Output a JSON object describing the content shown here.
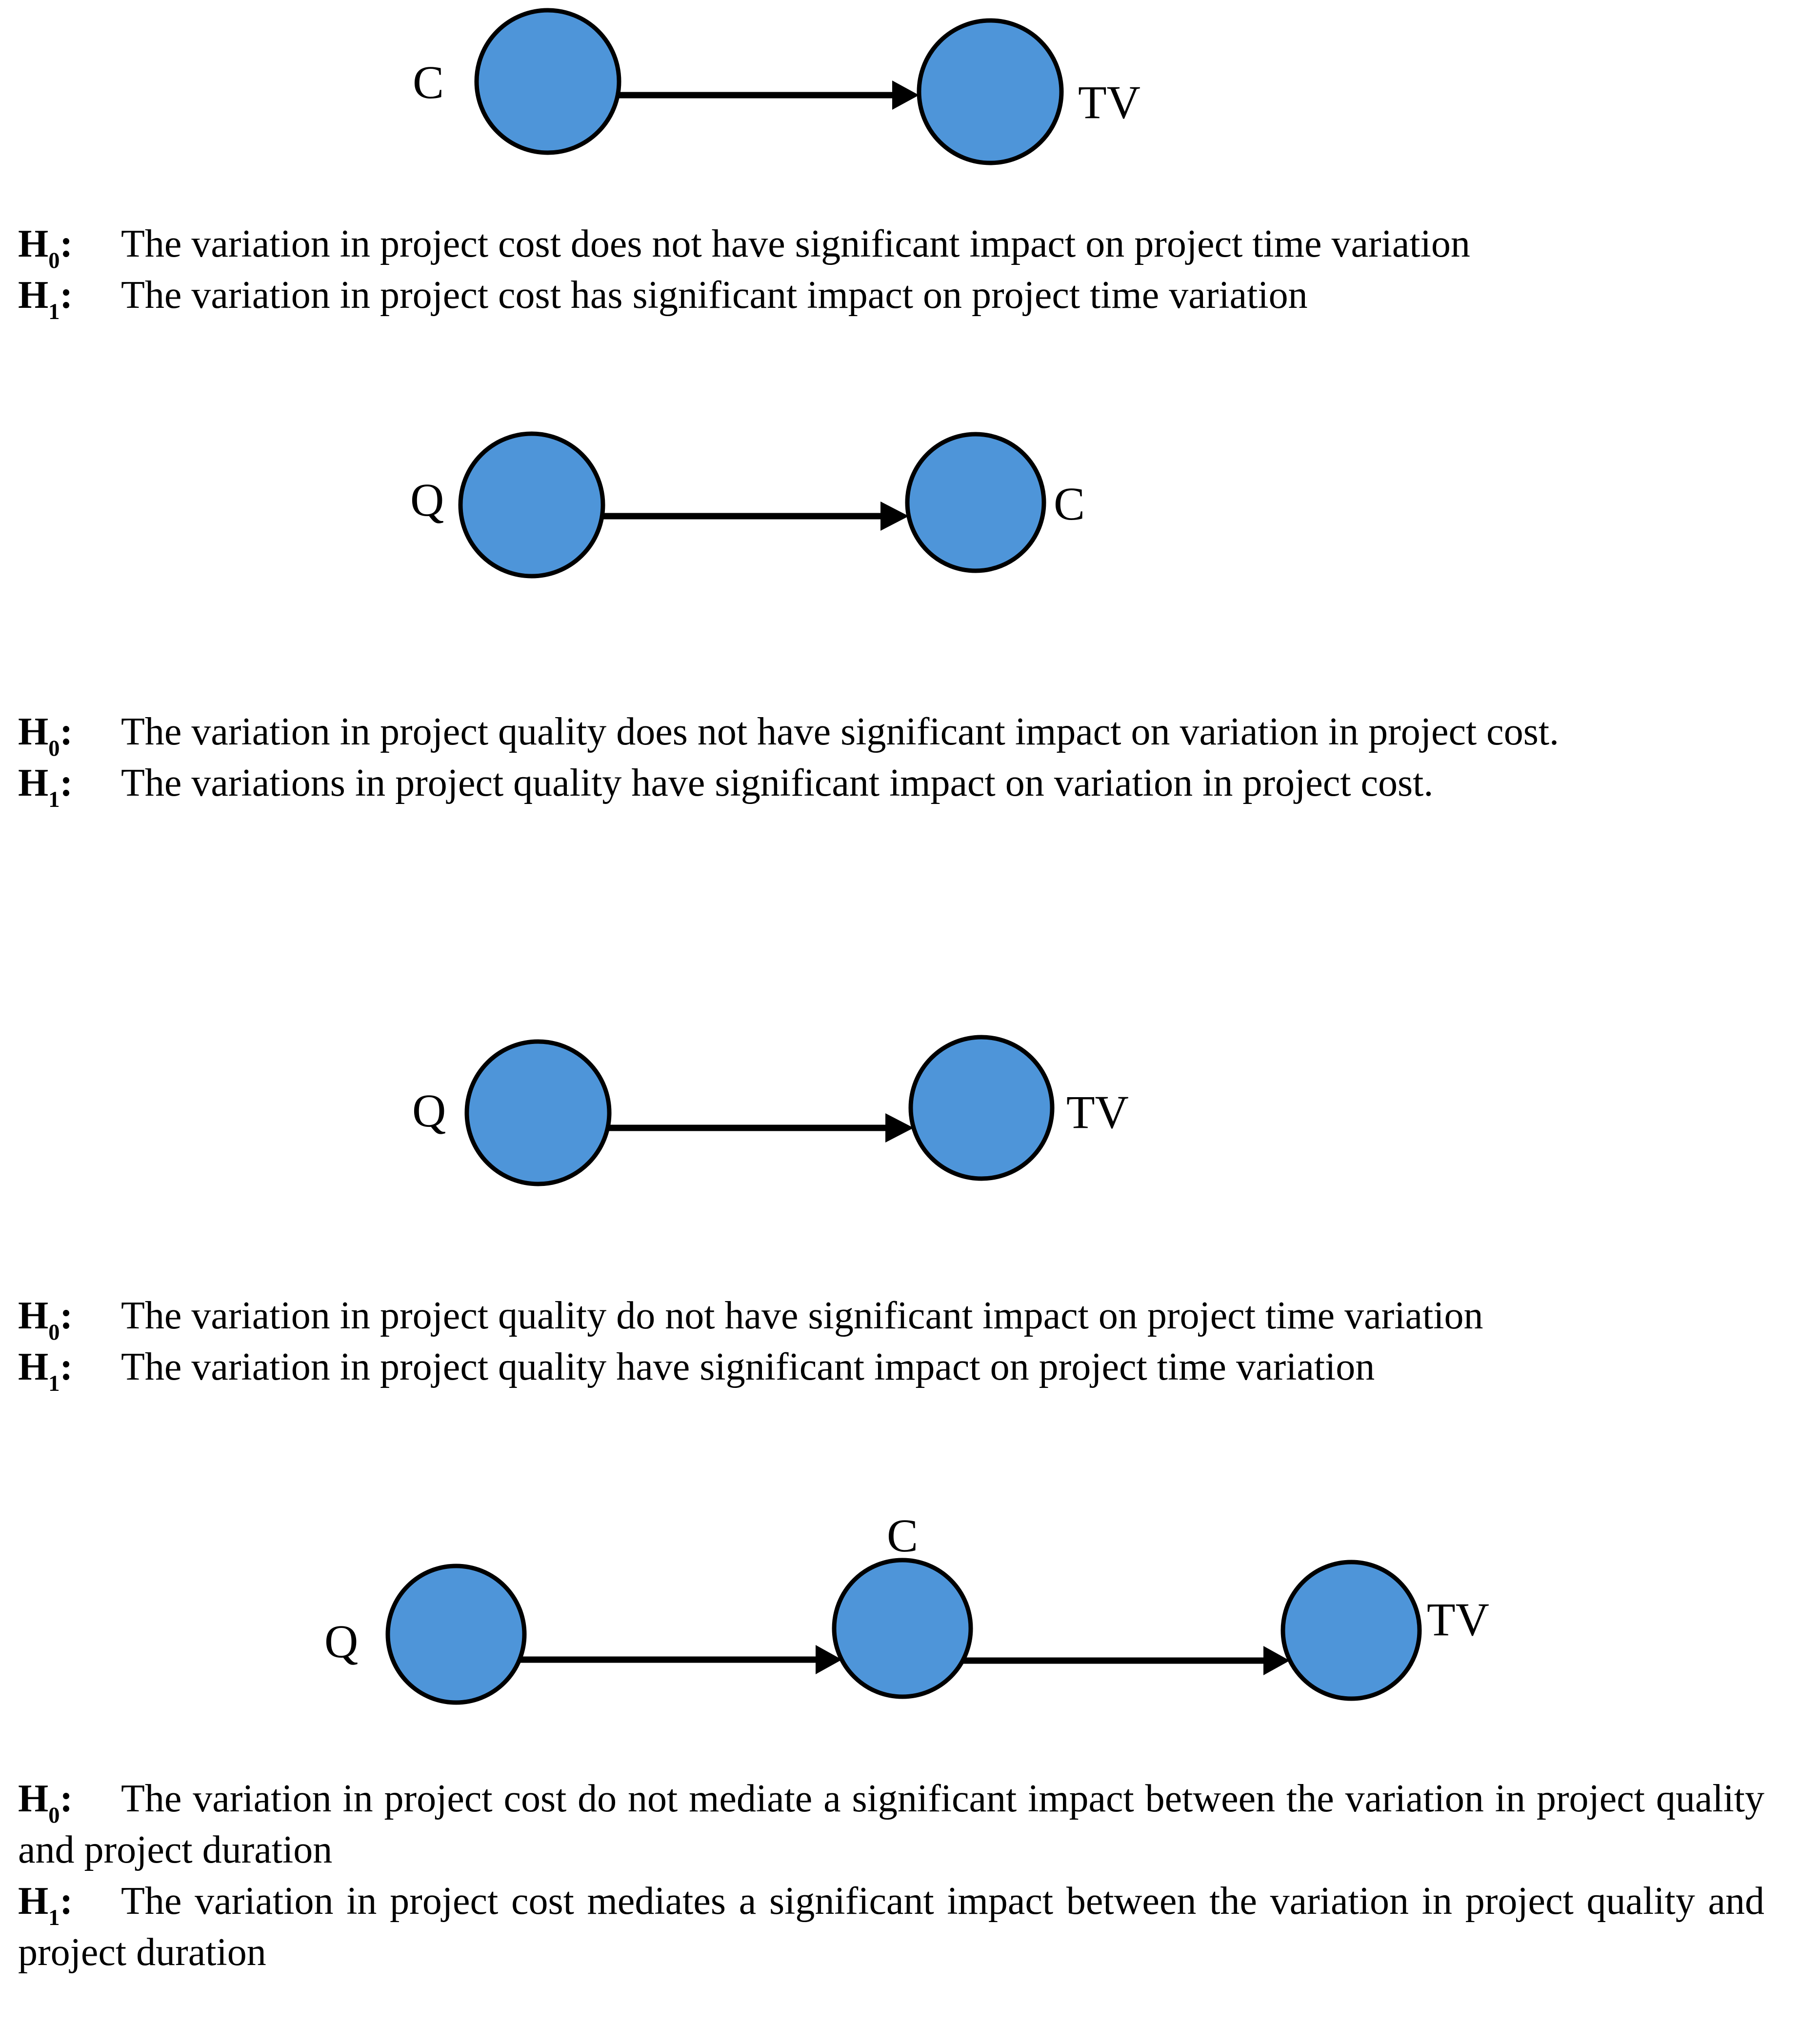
{
  "colors": {
    "background": "#ffffff",
    "node_fill": "#4e95d9",
    "node_stroke": "#000000",
    "arrow": "#000000",
    "text": "#000000"
  },
  "labels": {
    "h": "H",
    "colon": ":"
  },
  "diagrams": [
    {
      "name": "cost-to-time-variation",
      "nodes": [
        {
          "label": "C"
        },
        {
          "label": "TV"
        }
      ]
    },
    {
      "name": "quality-to-cost-variation",
      "nodes": [
        {
          "label": "Q"
        },
        {
          "label": "C"
        }
      ]
    },
    {
      "name": "quality-to-time-variation",
      "nodes": [
        {
          "label": "Q"
        },
        {
          "label": "TV"
        }
      ]
    },
    {
      "name": "quality-cost-time-mediation",
      "nodes": [
        {
          "label": "Q"
        },
        {
          "label": "C"
        },
        {
          "label": "TV"
        }
      ]
    }
  ],
  "hypotheses": [
    {
      "h0": {
        "sub": "0",
        "text": "The variation in project cost does not have significant impact on project time variation"
      },
      "h1": {
        "sub": "1",
        "text": "The variation in project cost has significant impact on project time variation"
      }
    },
    {
      "h0": {
        "sub": "0",
        "text": "The variation in project quality does not have significant impact on variation in project cost."
      },
      "h1": {
        "sub": "1",
        "text": "The variations in project quality have significant impact on variation in project cost."
      }
    },
    {
      "h0": {
        "sub": "0",
        "text": "The variation in project quality do not have significant impact on project time variation"
      },
      "h1": {
        "sub": "1",
        "text": "The variation in project quality have significant impact on project time variation"
      }
    },
    {
      "h0": {
        "sub": "0",
        "text": "The variation in project cost do not mediate a significant impact between the variation in project quality and project duration"
      },
      "h1": {
        "sub": "1",
        "text": "The variation in project cost mediates a significant impact between the variation in project quality and project duration"
      }
    }
  ]
}
